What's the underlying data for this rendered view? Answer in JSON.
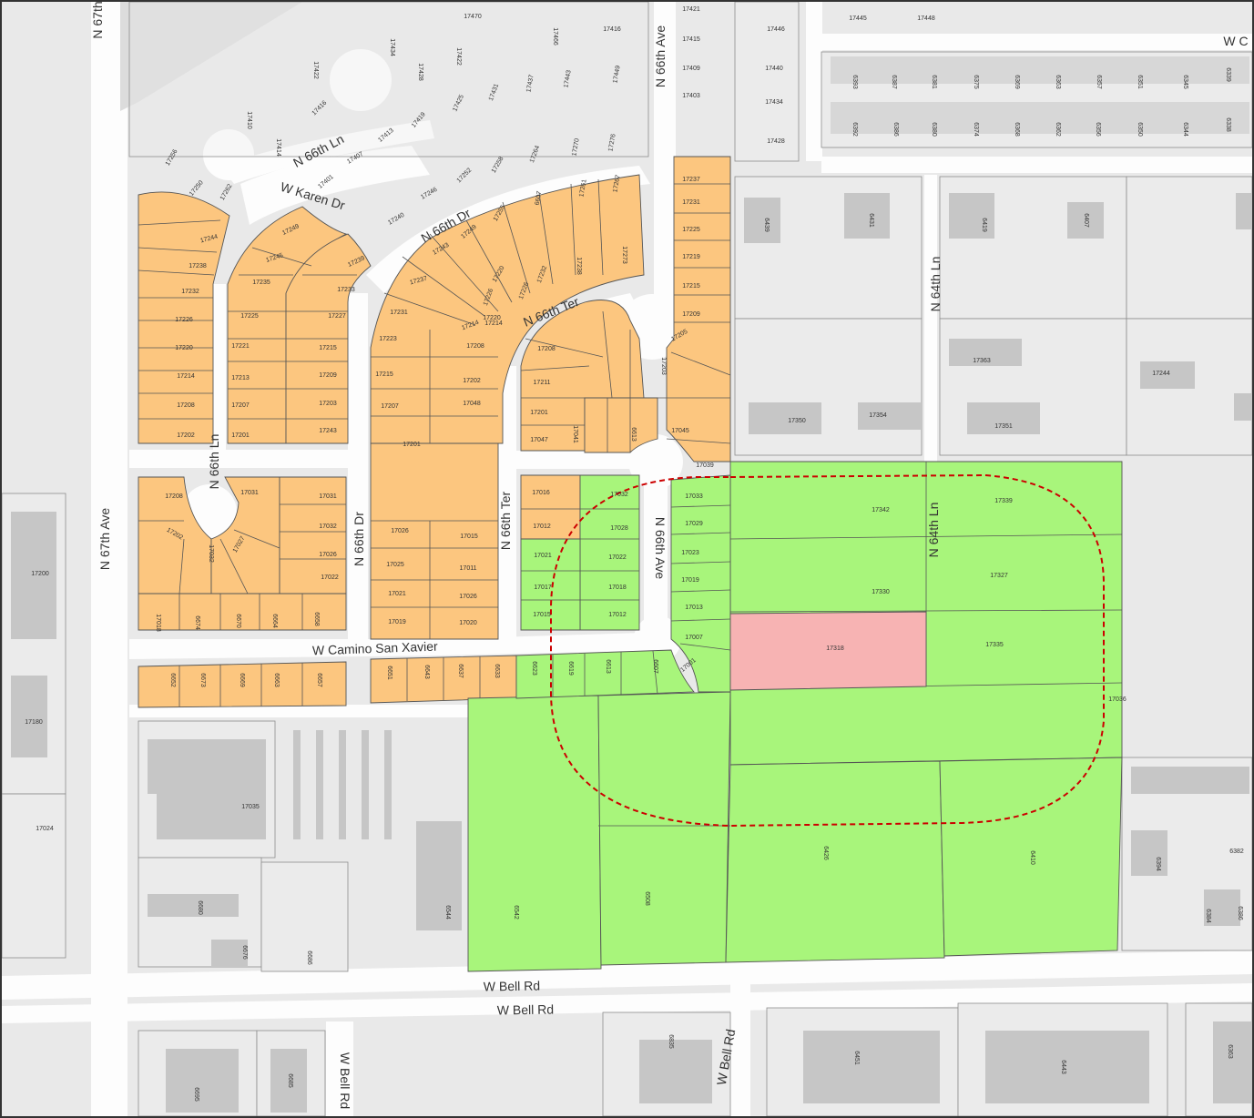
{
  "map": {
    "colors": {
      "background": "#e9e9e9",
      "road": "#fdfdfd",
      "residential_parcel": "#fcc67f",
      "highlight_parcel": "#a8f57b",
      "subject_parcel": "#f7b3b3",
      "buffer_line": "#cc0000",
      "building": "#c6c6c6"
    },
    "streets": [
      {
        "id": "n-67th-ave-main",
        "text": "N 67th Ave"
      },
      {
        "id": "n-67th-top",
        "text": "N 67th"
      },
      {
        "id": "n-66th-ave",
        "text": "N 66th Ave"
      },
      {
        "id": "n-66th-ave-lower",
        "text": "N 66th Ave"
      },
      {
        "id": "n-66th-ln-top",
        "text": "N 66th Ln"
      },
      {
        "id": "n-66th-ln-lower",
        "text": "N 66th Ln"
      },
      {
        "id": "w-karen-dr",
        "text": "W Karen Dr"
      },
      {
        "id": "n-66th-dr-top",
        "text": "N 66th Dr"
      },
      {
        "id": "n-66th-dr-lower",
        "text": "N 66th Dr"
      },
      {
        "id": "n-66th-ter-top",
        "text": "N 66th Ter"
      },
      {
        "id": "n-66th-ter-lower",
        "text": "N 66th Ter"
      },
      {
        "id": "n-64th-ln-top",
        "text": "N 64th Ln"
      },
      {
        "id": "n-64th-ln-lower",
        "text": "N 64th Ln"
      },
      {
        "id": "w-camino-san-xavier",
        "text": "W Camino San Xavier"
      },
      {
        "id": "w-bell-rd-1",
        "text": "W Bell Rd"
      },
      {
        "id": "w-bell-rd-2",
        "text": "W Bell Rd"
      },
      {
        "id": "w-bell-rd-vert-1",
        "text": "W Bell Rd"
      },
      {
        "id": "w-bell-rd-vert-2",
        "text": "W Bell Rd"
      },
      {
        "id": "w-c-top-right",
        "text": "W C"
      }
    ],
    "parcels": {
      "subject": "17318",
      "green": [
        "17342",
        "17339",
        "17330",
        "17327",
        "17335",
        "17036",
        "6426",
        "6410",
        "6542",
        "6508",
        "6544",
        "17032",
        "17028",
        "17022",
        "17018",
        "17012",
        "17021",
        "17017",
        "17015",
        "17033",
        "17029",
        "17023",
        "17019",
        "17013",
        "17007",
        "17001",
        "6623",
        "6619",
        "6613",
        "6607"
      ],
      "orange": [
        "17237",
        "17231",
        "17225",
        "17219",
        "17215",
        "17209",
        "17205",
        "17203",
        "17045",
        "17039",
        "17244",
        "17238",
        "17232",
        "17226",
        "17220",
        "17214",
        "17208",
        "17202",
        "17249",
        "17245",
        "17235",
        "17225",
        "17221",
        "17213",
        "17207",
        "17201",
        "17239",
        "17233",
        "17227",
        "17215",
        "17209",
        "17203",
        "17243",
        "17237",
        "17231",
        "17223",
        "17215",
        "17207",
        "17201",
        "17208",
        "17202",
        "17048",
        "17255",
        "17249",
        "17243",
        "17226",
        "17220",
        "17214",
        "17208",
        "17211",
        "17201",
        "17047",
        "17041",
        "6613",
        "6607",
        "17261",
        "17267",
        "17273",
        "17238",
        "17232",
        "17226",
        "17220",
        "17214",
        "17208",
        "17202",
        "17031",
        "17027",
        "17032",
        "17026",
        "17025",
        "17021",
        "17019",
        "17015",
        "17011",
        "17026",
        "17020",
        "17016",
        "17012",
        "17031",
        "17032",
        "17026",
        "17022",
        "17018",
        "6674",
        "6670",
        "6664",
        "6658",
        "6652",
        "6673",
        "6669",
        "6663",
        "6657",
        "6651",
        "6643",
        "6637",
        "6633",
        "6629"
      ],
      "gray": [
        "17470",
        "17466",
        "17416",
        "17421",
        "17415",
        "17409",
        "17403",
        "17446",
        "17440",
        "17434",
        "17428",
        "17445",
        "17448",
        "6393",
        "6387",
        "6381",
        "6375",
        "6369",
        "6363",
        "6357",
        "6351",
        "6345",
        "6339",
        "6392",
        "6386",
        "6380",
        "6374",
        "6368",
        "6362",
        "6356",
        "6350",
        "6344",
        "6338",
        "17422",
        "17434",
        "17428",
        "17422",
        "17416",
        "17410",
        "17414",
        "17407",
        "17413",
        "17419",
        "17425",
        "17431",
        "17437",
        "17443",
        "17449",
        "17252",
        "17258",
        "17264",
        "17270",
        "17276",
        "17246",
        "17240",
        "17401",
        "17250",
        "17256",
        "17262",
        "6439",
        "6431",
        "6419",
        "6407",
        "17363",
        "17350",
        "17354",
        "17351",
        "17244",
        "17200",
        "17180",
        "17035",
        "17024",
        "6680",
        "6676",
        "6686",
        "6394",
        "6384",
        "6386",
        "6382",
        "6695",
        "6685",
        "6835",
        "6451",
        "6443",
        "6363"
      ]
    }
  }
}
